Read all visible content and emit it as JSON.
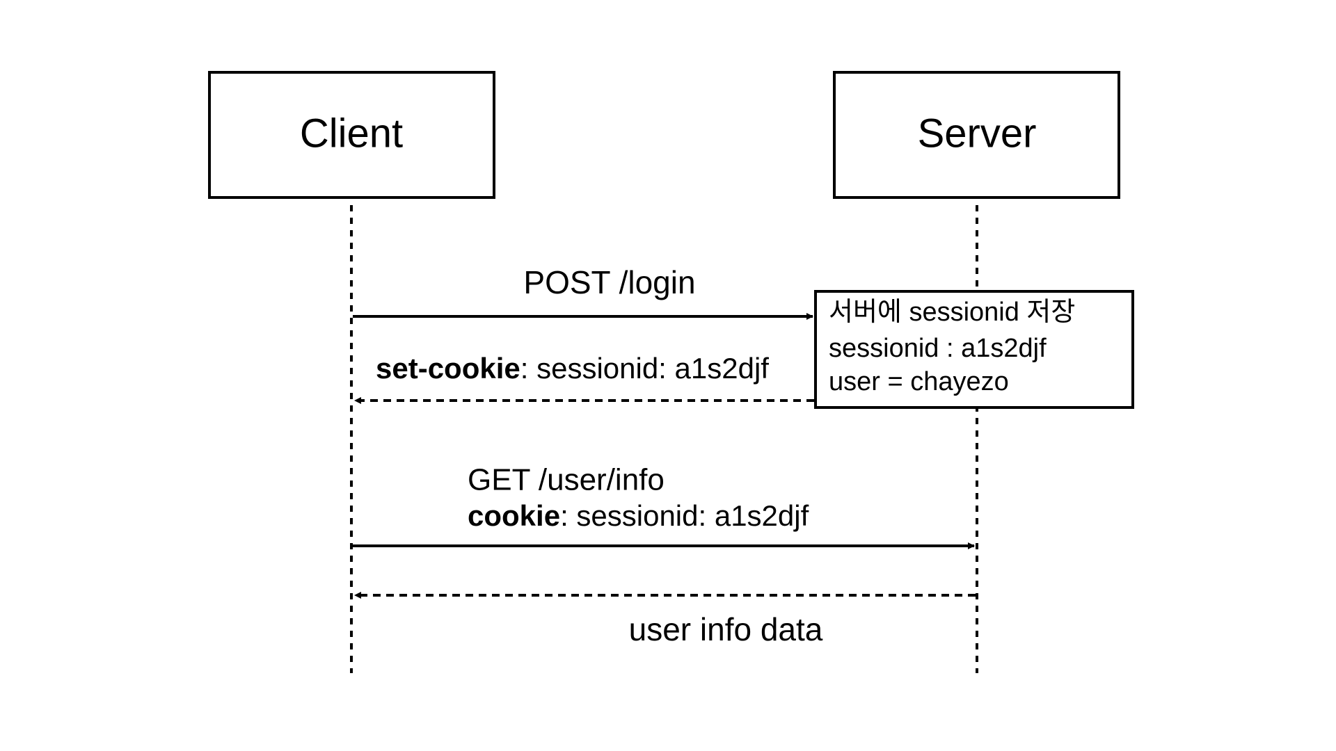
{
  "participants": {
    "client": "Client",
    "server": "Server"
  },
  "messages": {
    "post_login": "POST /login",
    "set_cookie_key": "set-cookie",
    "set_cookie_value": ": sessionid: a1s2djf",
    "get_info": "GET /user/info",
    "cookie_key": "cookie",
    "cookie_value": ": sessionid: a1s2djf",
    "user_info": "user info data"
  },
  "note": {
    "line1": "서버에 sessionid 저장",
    "line2": "sessionid : a1s2djf",
    "line3": "user = chayezo"
  },
  "colors": {
    "stroke": "#000000",
    "background": "#ffffff"
  }
}
